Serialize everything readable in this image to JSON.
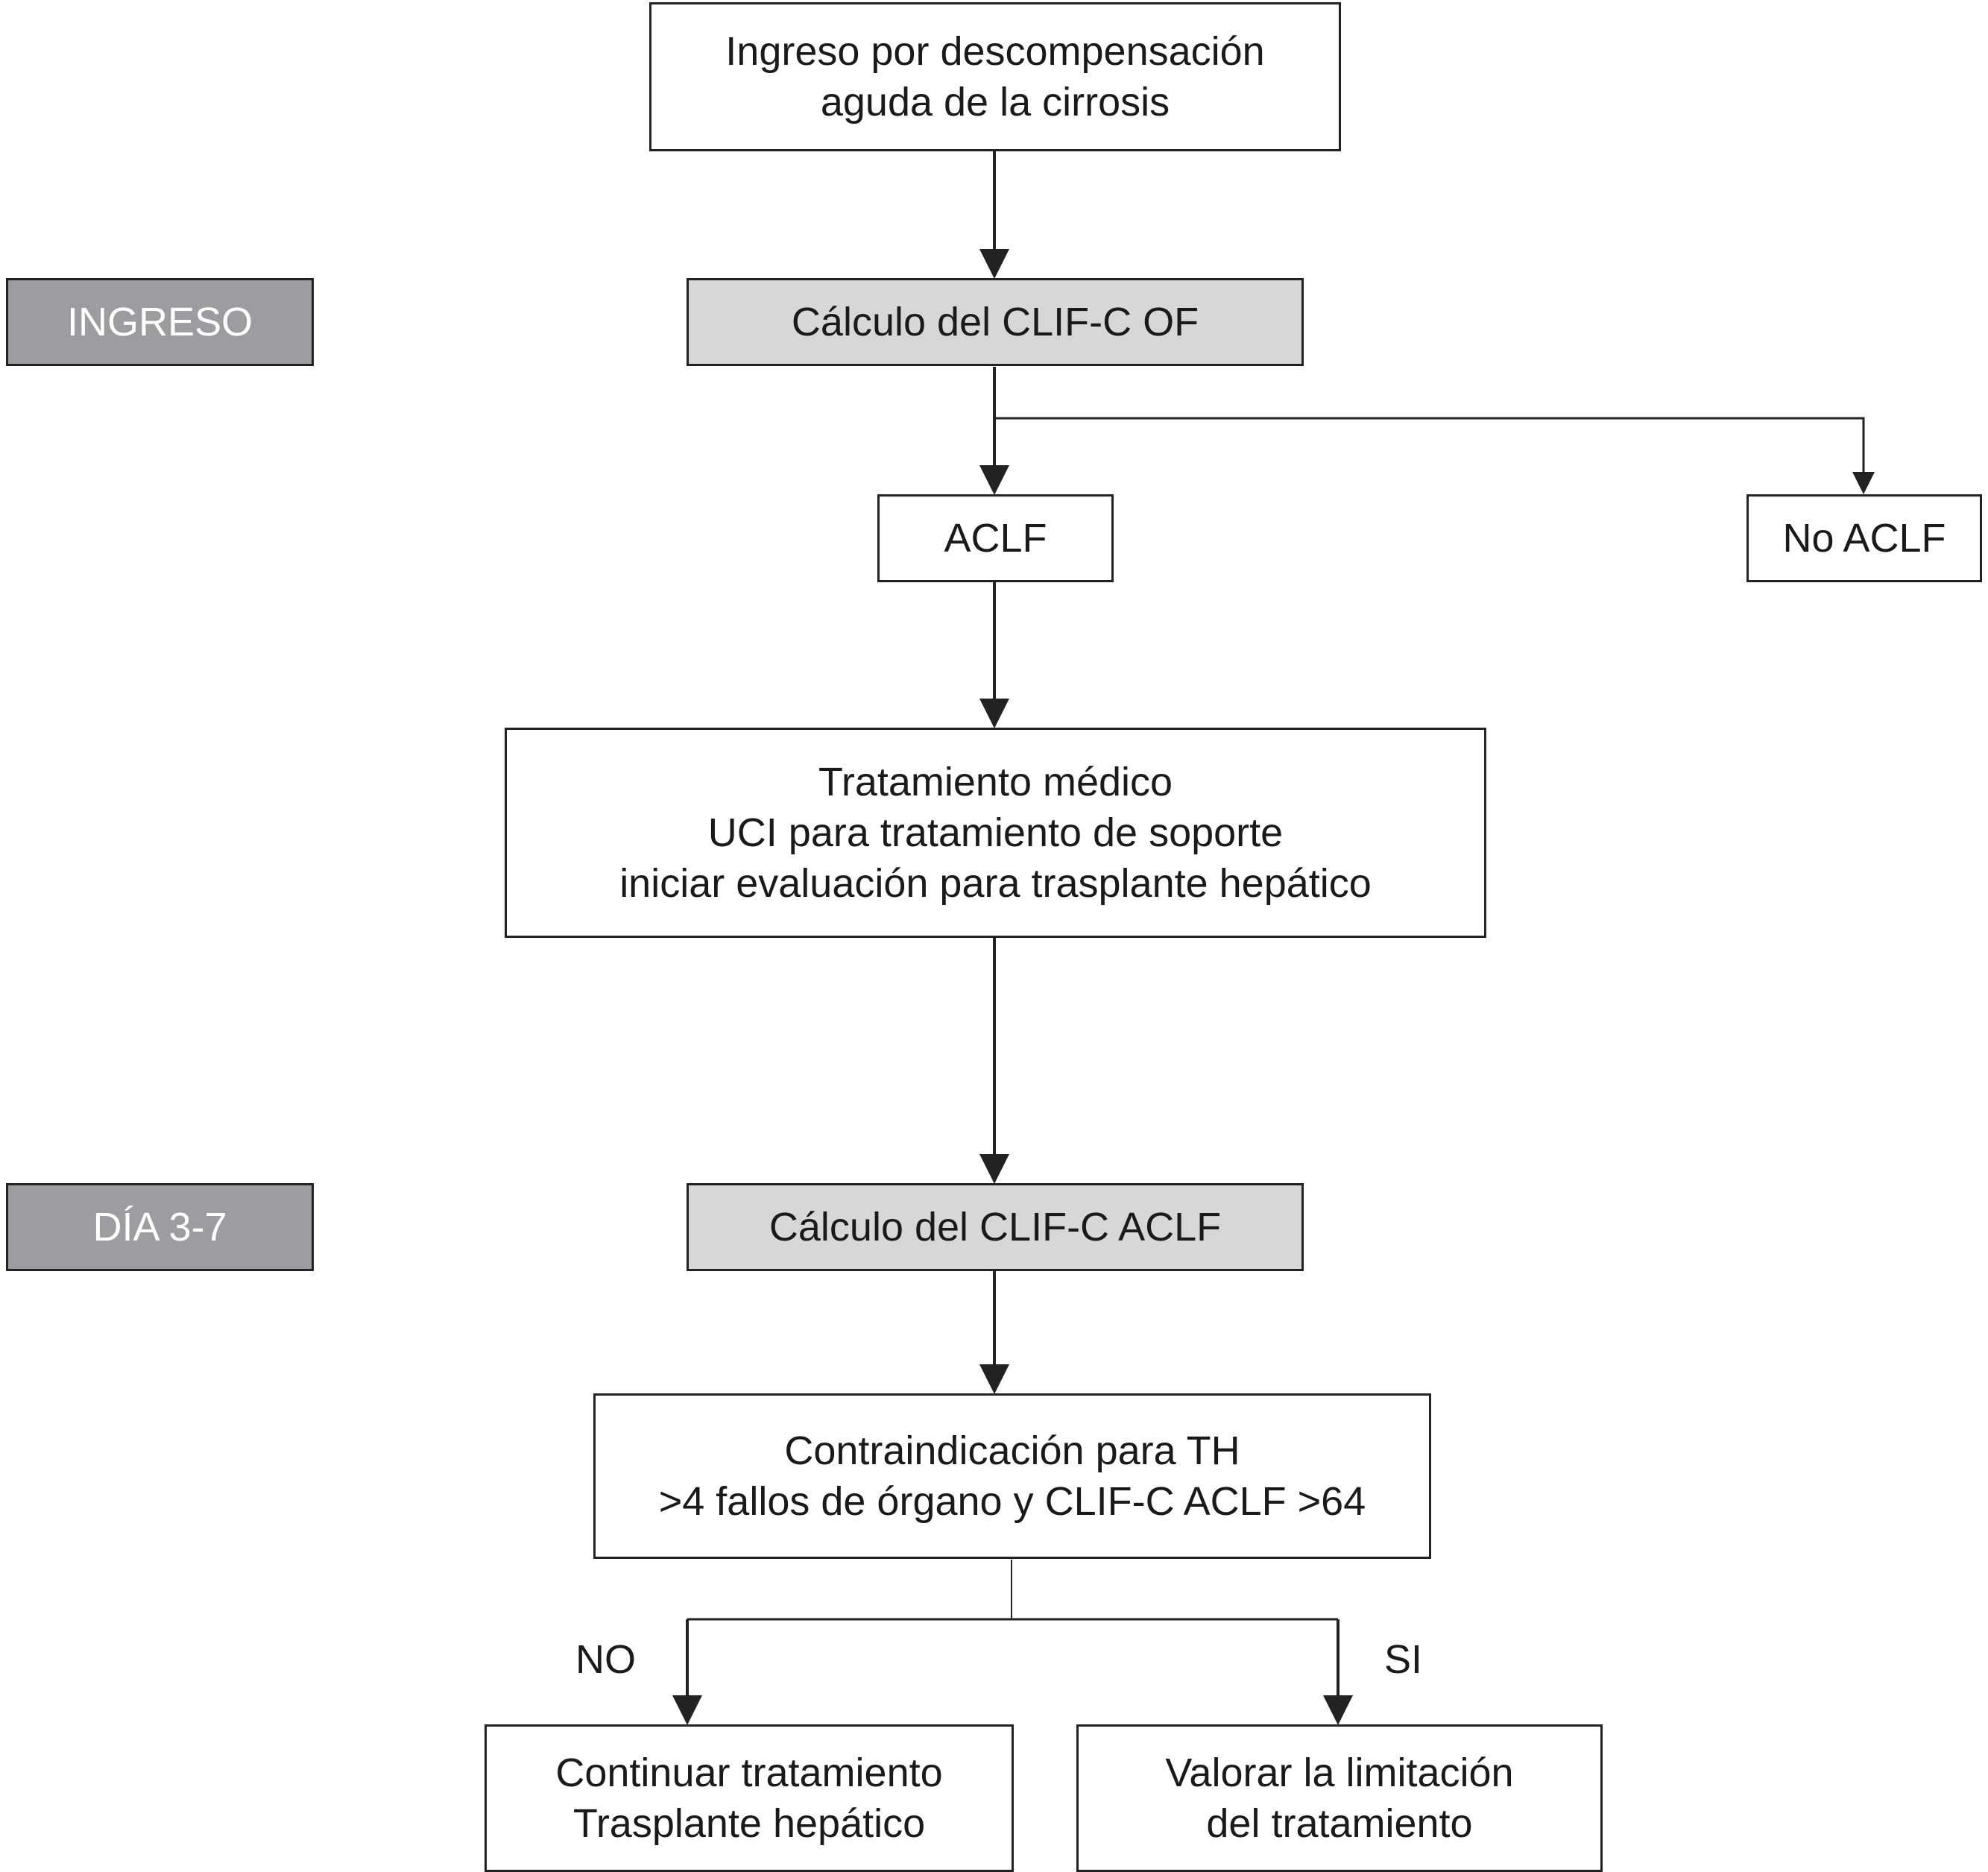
{
  "stages": {
    "ingreso": "INGRESO",
    "dia": "DÍA 3-7"
  },
  "nodes": {
    "admission": [
      "Ingreso por descompensación",
      "aguda de la cirrosis"
    ],
    "clif_of": "Cálculo del CLIF-C OF",
    "aclf": "ACLF",
    "no_aclf": "No ACLF",
    "treatment": [
      "Tratamiento médico",
      "UCI para tratamiento de soporte",
      "iniciar evaluación para trasplante hepático"
    ],
    "clif_aclf": "Cálculo del CLIF-C ACLF",
    "contraindication": [
      "Contraindicación para TH",
      ">4 fallos de órgano y CLIF-C ACLF >64"
    ],
    "continue": [
      "Continuar tratamiento",
      "Trasplante hepático"
    ],
    "limit": [
      "Valorar la limitación",
      "del tratamiento"
    ]
  },
  "branches": {
    "no": "NO",
    "yes": "SI"
  },
  "colors": {
    "stage_fill": "#9c9da0",
    "calc_fill": "#d6d7d9",
    "stroke": "#222222"
  }
}
